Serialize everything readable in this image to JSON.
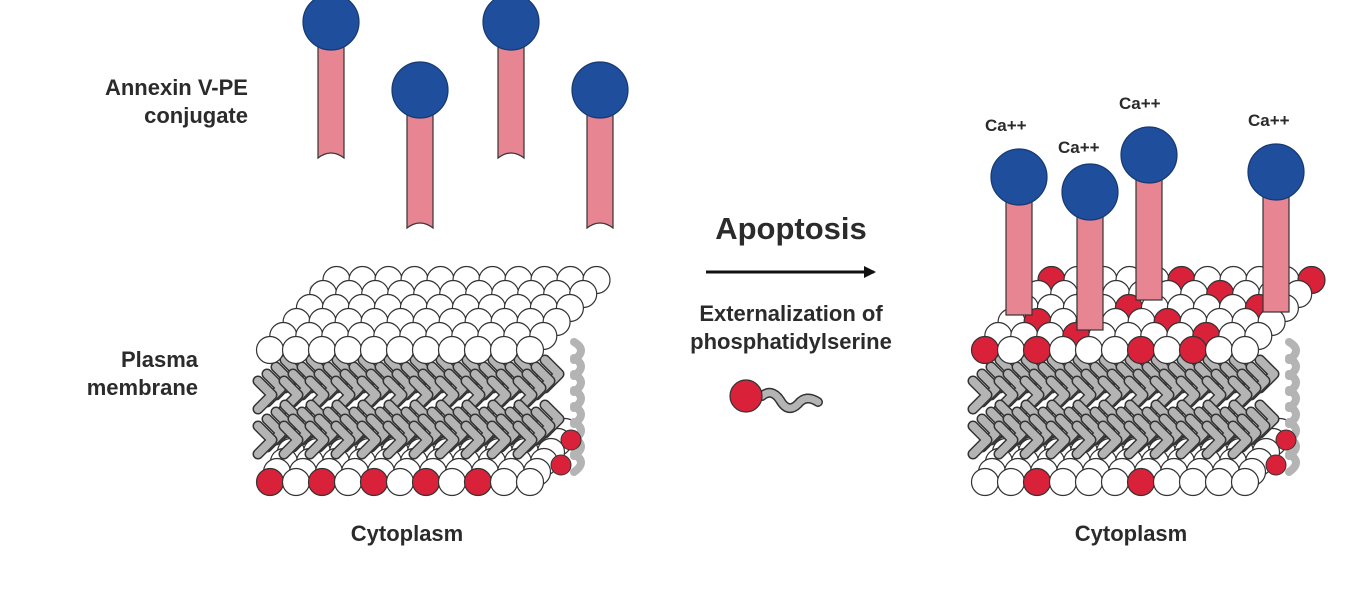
{
  "labels": {
    "conjugate_line1": "Annexin V-PE",
    "conjugate_line2": "conjugate",
    "membrane_line1": "Plasma",
    "membrane_line2": "membrane",
    "cytoplasm_left": "Cytoplasm",
    "cytoplasm_right": "Cytoplasm",
    "apoptosis": "Apoptosis",
    "externalization_line1": "Externalization of",
    "externalization_line2": "phosphatidylserine",
    "calcium": [
      "Ca++",
      "Ca++",
      "Ca++",
      "Ca++"
    ]
  },
  "colors": {
    "head": "#1f4e9c",
    "stem": "#e88592",
    "ps": "#d9213a",
    "lipid_fill": "#ffffff",
    "tail": "#b4b4b4",
    "outline": "#333333",
    "text": "#2b2b2b"
  }
}
